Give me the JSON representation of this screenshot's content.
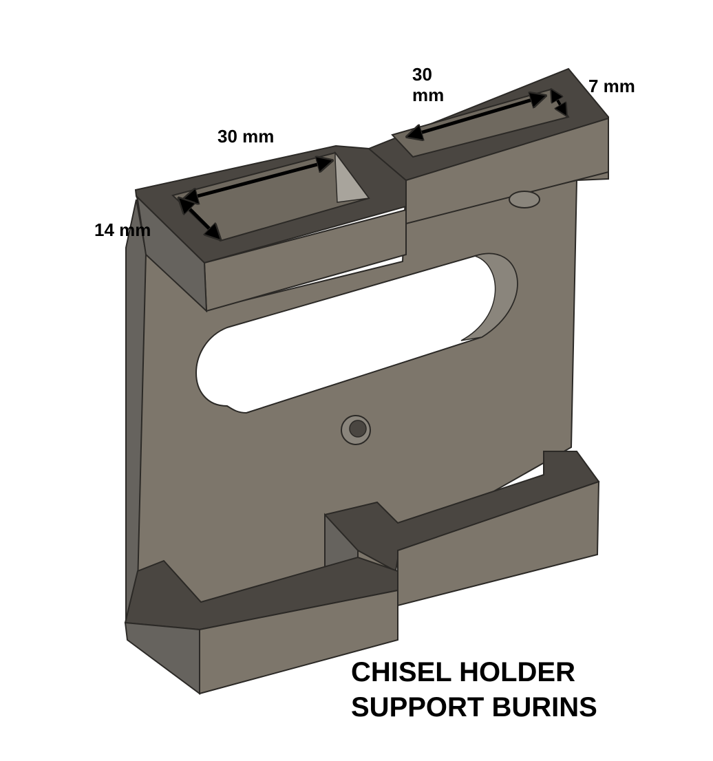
{
  "colors": {
    "face_front": "#7d766b",
    "face_front_dark": "#6f695f",
    "face_top": "#4a4641",
    "face_side": "#66635e",
    "face_shadow": "#5a5751",
    "edge": "#2b2926",
    "highlight": "#a8a49c",
    "dimension_arrow": "#000000"
  },
  "dimensions": {
    "top_left_length": "30 mm",
    "top_left_width": "14 mm",
    "top_right_length": "30 mm",
    "top_right_width": "7 mm"
  },
  "caption": {
    "line1": "CHISEL HOLDER",
    "line2": "SUPPORT BURINS"
  }
}
